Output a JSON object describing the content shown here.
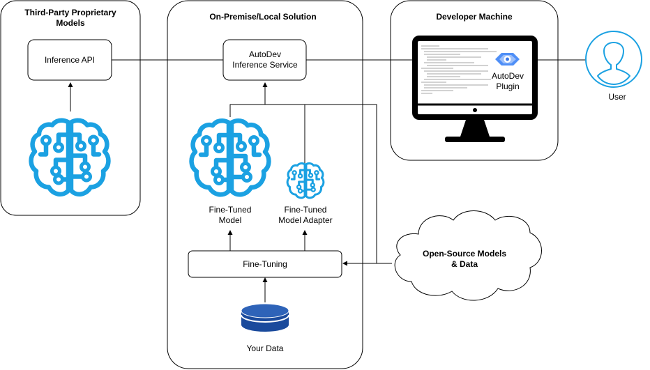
{
  "colors": {
    "stroke": "#000000",
    "accent": "#1ba1e2",
    "db_top": "#2456a8",
    "db_body": "#1a4a9c"
  },
  "containers": {
    "third_party": {
      "title_line1": "Third-Party Proprietary",
      "title_line2": "Models"
    },
    "on_premise": {
      "title": "On-Premise/Local Solution"
    },
    "developer": {
      "title": "Developer Machine"
    }
  },
  "nodes": {
    "inference_api": {
      "label": "Inference API"
    },
    "autodev_service": {
      "line1": "AutoDev",
      "line2": "Inference Service"
    },
    "autodev_plugin": {
      "line1": "AutoDev",
      "line2": "Plugin"
    },
    "fine_tuned_model": {
      "line1": "Fine-Tuned",
      "line2": "Model"
    },
    "fine_tuned_adapter": {
      "line1": "Fine-Tuned",
      "line2": "Model Adapter"
    },
    "fine_tuning": {
      "label": "Fine-Tuning"
    },
    "your_data": {
      "label": "Your Data"
    },
    "open_source": {
      "line1": "Open-Source Models",
      "line2": "& Data"
    },
    "user": {
      "label": "User"
    }
  },
  "icons": [
    "brain-circuit-icon",
    "monitor-icon",
    "user-icon",
    "database-icon",
    "cloud-shape",
    "plugin-logo-icon"
  ]
}
